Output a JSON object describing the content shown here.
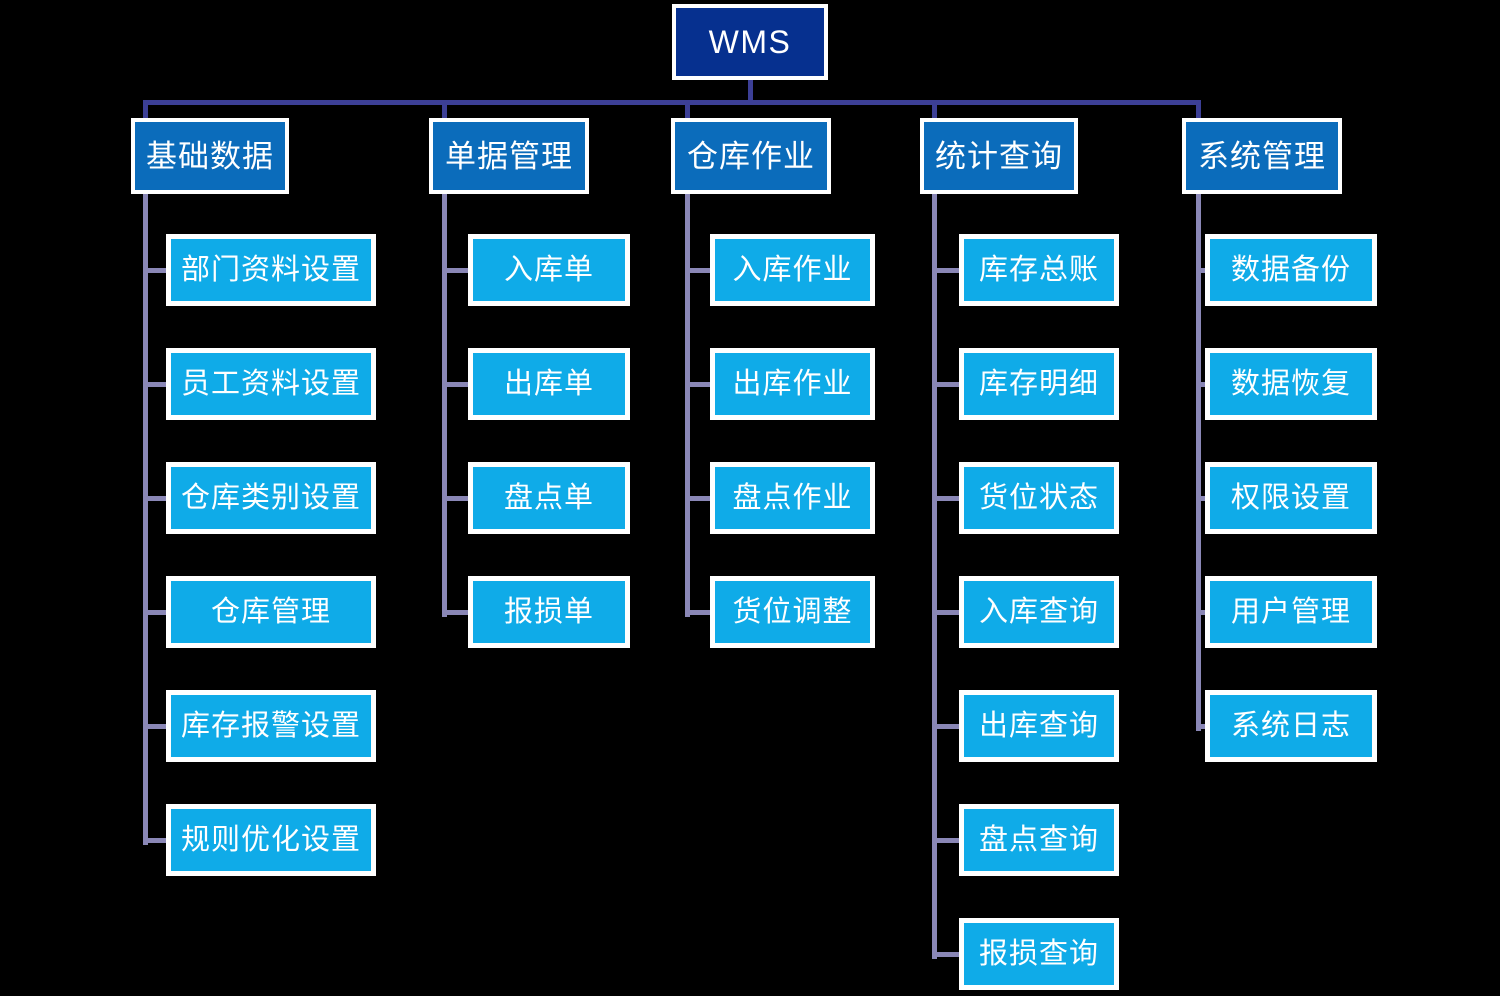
{
  "diagram": {
    "title": "WMS",
    "type": "hierarchy-tree",
    "colors": {
      "background": "#000000",
      "root_fill": "#06308f",
      "branch_fill": "#0b6cbb",
      "leaf_fill": "#0fabe8",
      "node_border": "#ffffff",
      "text": "#ffffff",
      "top_connector": "#3c3f96",
      "sub_connector": "#8a87b6"
    },
    "root": {
      "label": "WMS"
    },
    "branches": [
      {
        "label": "基础数据",
        "children": [
          {
            "label": "部门资料设置"
          },
          {
            "label": "员工资料设置"
          },
          {
            "label": "仓库类别设置"
          },
          {
            "label": "仓库管理"
          },
          {
            "label": "库存报警设置"
          },
          {
            "label": "规则优化设置"
          }
        ]
      },
      {
        "label": "单据管理",
        "children": [
          {
            "label": "入库单"
          },
          {
            "label": "出库单"
          },
          {
            "label": "盘点单"
          },
          {
            "label": "报损单"
          }
        ]
      },
      {
        "label": "仓库作业",
        "children": [
          {
            "label": "入库作业"
          },
          {
            "label": "出库作业"
          },
          {
            "label": "盘点作业"
          },
          {
            "label": "货位调整"
          }
        ]
      },
      {
        "label": "统计查询",
        "children": [
          {
            "label": "库存总账"
          },
          {
            "label": "库存明细"
          },
          {
            "label": "货位状态"
          },
          {
            "label": "入库查询"
          },
          {
            "label": "出库查询"
          },
          {
            "label": "盘点查询"
          },
          {
            "label": "报损查询"
          }
        ]
      },
      {
        "label": "系统管理",
        "children": [
          {
            "label": "数据备份"
          },
          {
            "label": "数据恢复"
          },
          {
            "label": "权限设置"
          },
          {
            "label": "用户管理"
          },
          {
            "label": "系统日志"
          }
        ]
      }
    ]
  }
}
